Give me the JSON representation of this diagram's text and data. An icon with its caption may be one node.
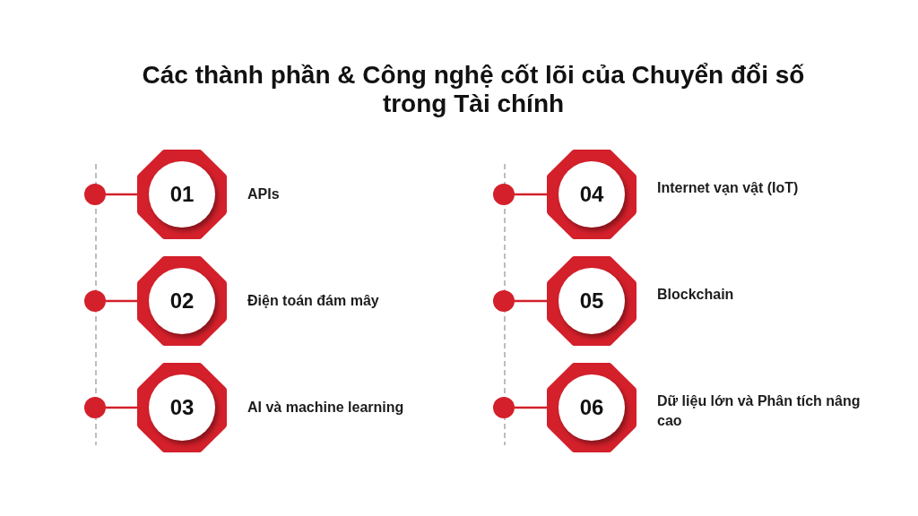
{
  "diagram": {
    "title": "Các thành phần & Công nghệ cốt lõi của Chuyển đổi số trong Tài chính",
    "nodes": [
      {
        "text": [
          "01"
        ],
        "beside": [
          "APIs"
        ]
      },
      {
        "text": [],
        "shape": "circle"
      },
      {
        "text": [
          "02"
        ],
        "beside": [
          "Điện toán đám mây"
        ]
      },
      {
        "text": [],
        "shape": "circle"
      },
      {
        "text": [
          "03"
        ],
        "beside": [
          "AI và machine learning"
        ]
      },
      {
        "text": [],
        "shape": "circle"
      },
      {
        "text": [
          "04"
        ],
        "beside": [
          "Internet vạn vật (IoT)"
        ]
      },
      {
        "text": [],
        "shape": "circle"
      },
      {
        "text": [
          "05"
        ],
        "beside": [
          "Blockchain"
        ]
      },
      {
        "text": [],
        "shape": "circle"
      },
      {
        "text": [
          "06"
        ],
        "beside": [
          "Dữ liệu lớn và Phân tích nâng cao"
        ]
      },
      {
        "text": [],
        "shape": "circle"
      }
    ],
    "edges": [
      {
        "from": 1,
        "to": 0,
        "arrow": "none"
      },
      {
        "from": 3,
        "to": 2,
        "arrow": "none"
      },
      {
        "from": 5,
        "to": 4,
        "arrow": "none"
      },
      {
        "from": 7,
        "to": 6,
        "arrow": "none"
      },
      {
        "from": 9,
        "to": 8,
        "arrow": "none"
      },
      {
        "from": 11,
        "to": 10,
        "arrow": "none"
      }
    ]
  }
}
